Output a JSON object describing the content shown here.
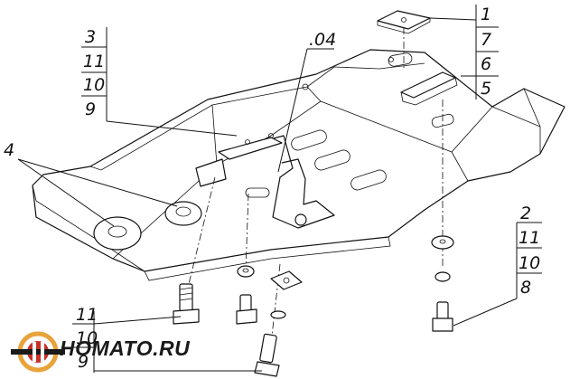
{
  "callouts": {
    "top_right": [
      "1",
      "7",
      "6",
      "5"
    ],
    "top_left": [
      "3",
      "11",
      "10",
      "9"
    ],
    "bracket": ".04",
    "left": "4",
    "bottom_right": [
      "2",
      "11",
      "10",
      "8"
    ],
    "bottom_left": [
      "11",
      "10",
      "9"
    ]
  },
  "logo": {
    "text": "HOMATO.RU",
    "icon": "homato-logo-icon",
    "colors": {
      "ring": "#e8a33a",
      "center": "#c8302a",
      "text": "#1a1a1a"
    }
  }
}
